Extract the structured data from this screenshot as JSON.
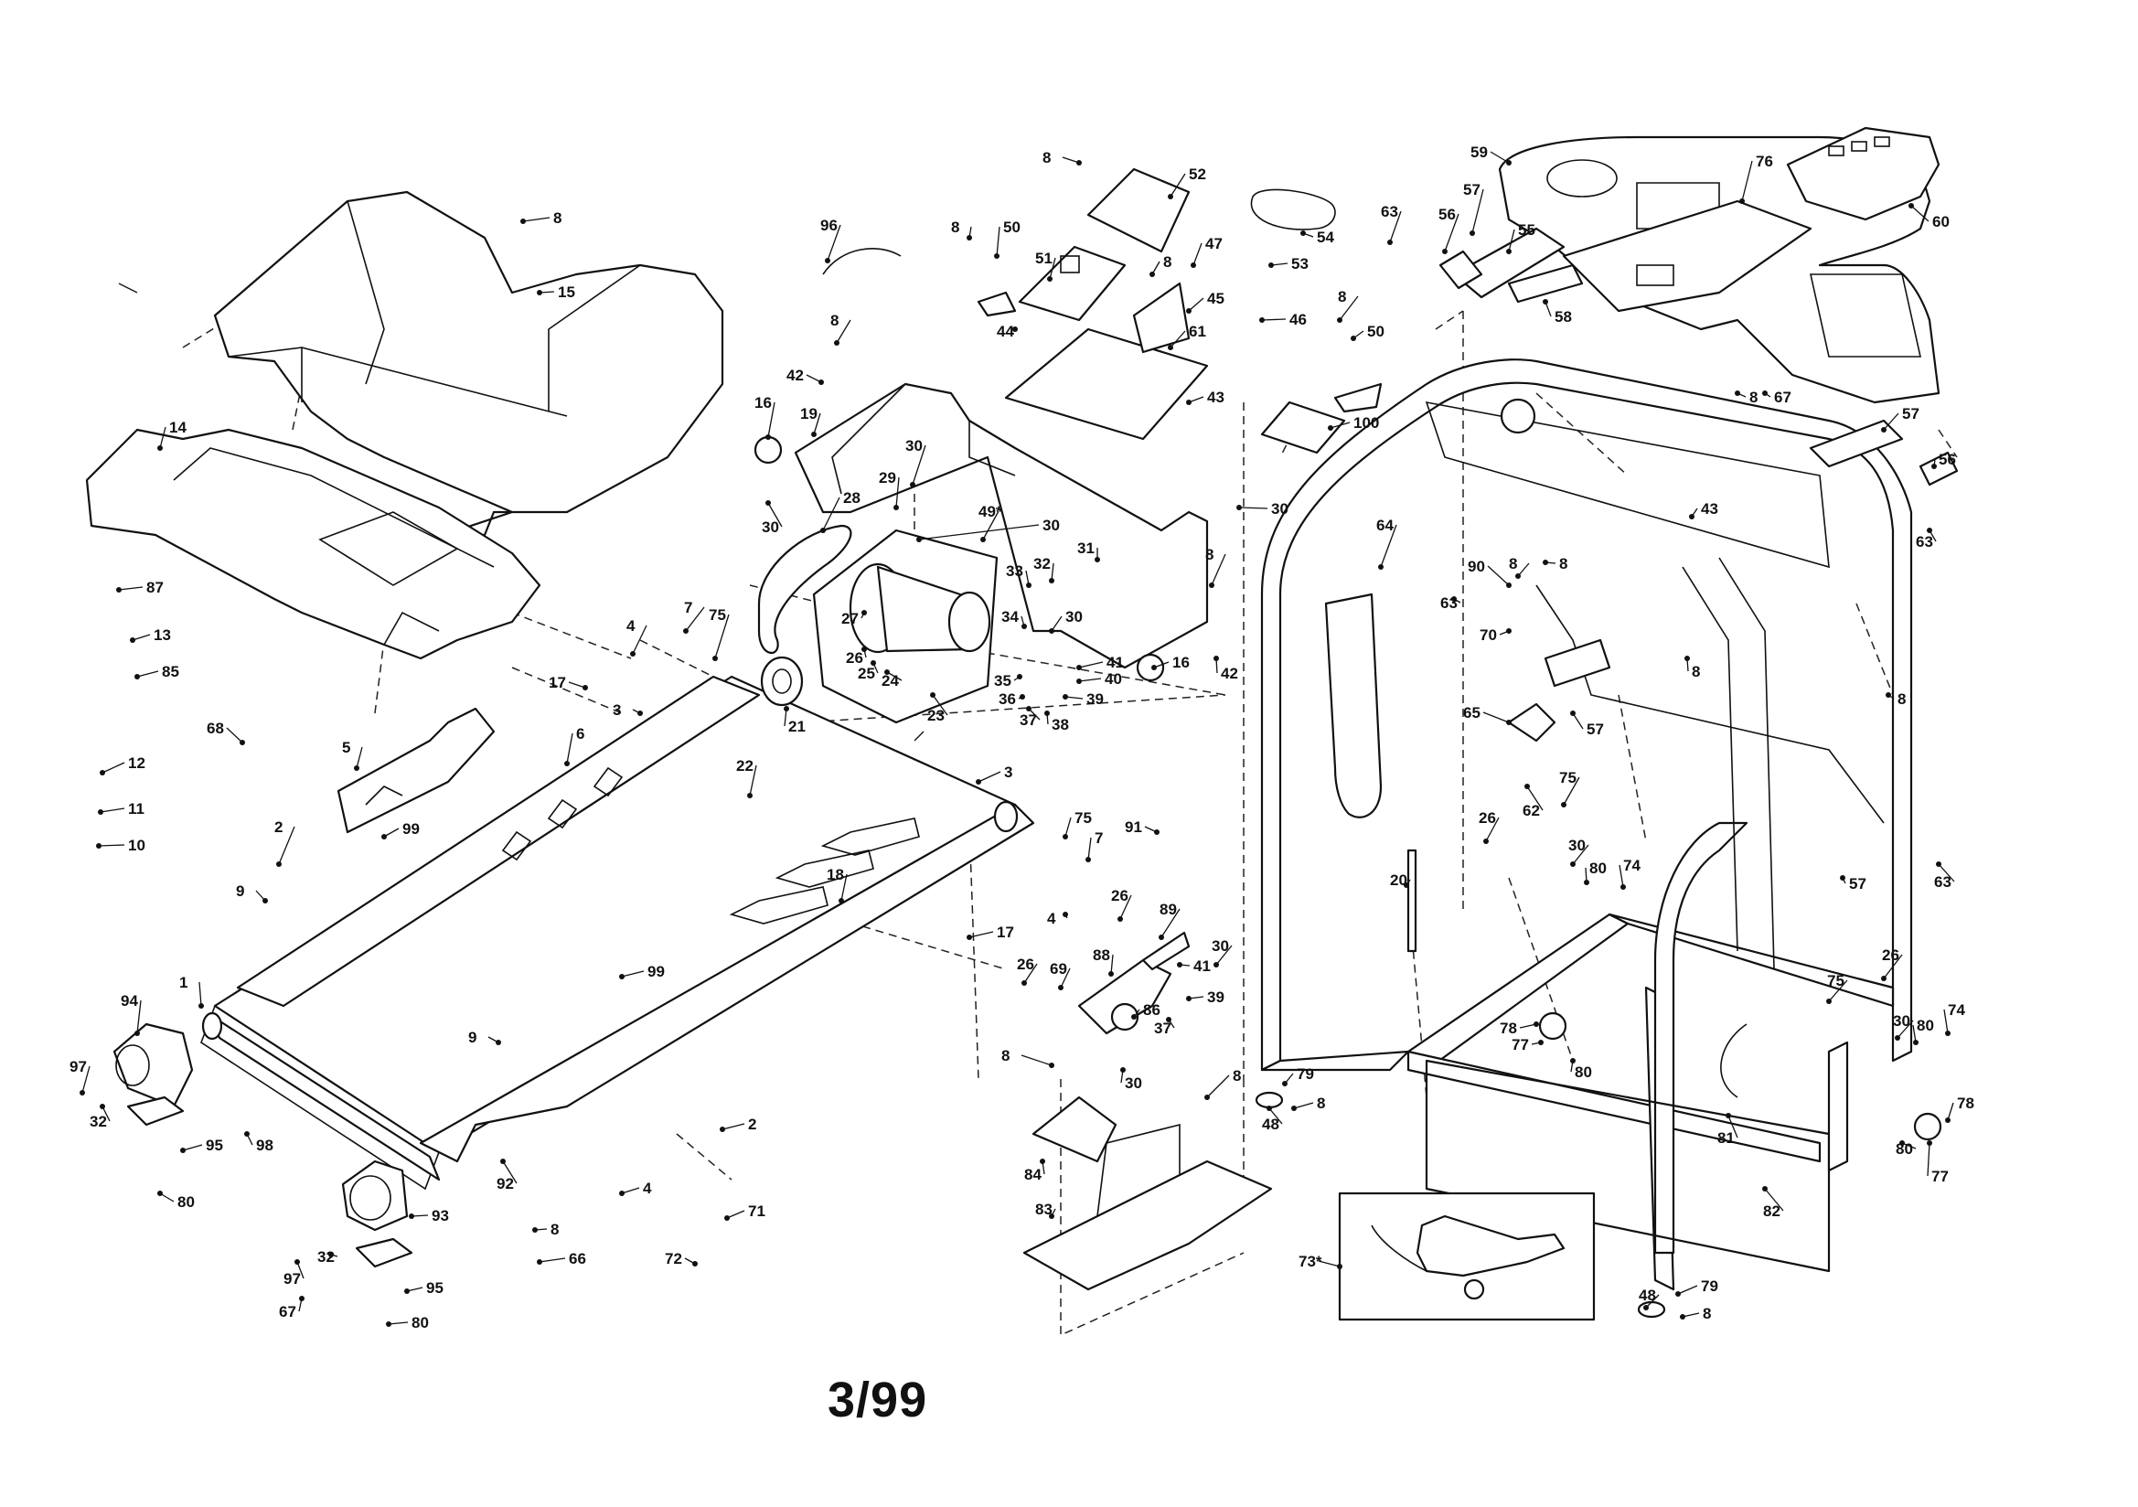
{
  "revision_label": "3/99",
  "callouts": [
    {
      "id": "8",
      "label": "8"
    },
    {
      "id": "15",
      "label": "15"
    },
    {
      "id": "14",
      "label": "14"
    },
    {
      "id": "87",
      "label": "87"
    },
    {
      "id": "13",
      "label": "13"
    },
    {
      "id": "85",
      "label": "85"
    },
    {
      "id": "12",
      "label": "12"
    },
    {
      "id": "11",
      "label": "11"
    },
    {
      "id": "10",
      "label": "10"
    },
    {
      "id": "68",
      "label": "68"
    },
    {
      "id": "5",
      "label": "5"
    },
    {
      "id": "6",
      "label": "6"
    },
    {
      "id": "3",
      "label": "3"
    },
    {
      "id": "17",
      "label": "17"
    },
    {
      "id": "4",
      "label": "4"
    },
    {
      "id": "7",
      "label": "7"
    },
    {
      "id": "75",
      "label": "75"
    },
    {
      "id": "2",
      "label": "2"
    },
    {
      "id": "99",
      "label": "99"
    },
    {
      "id": "9",
      "label": "9"
    },
    {
      "id": "1",
      "label": "1"
    },
    {
      "id": "94",
      "label": "94"
    },
    {
      "id": "97",
      "label": "97"
    },
    {
      "id": "32",
      "label": "32"
    },
    {
      "id": "95",
      "label": "95"
    },
    {
      "id": "98",
      "label": "98"
    },
    {
      "id": "80",
      "label": "80"
    },
    {
      "id": "93",
      "label": "93"
    },
    {
      "id": "67",
      "label": "67"
    },
    {
      "id": "66",
      "label": "66"
    },
    {
      "id": "92",
      "label": "92"
    },
    {
      "id": "71",
      "label": "71"
    },
    {
      "id": "72",
      "label": "72"
    },
    {
      "id": "22",
      "label": "22"
    },
    {
      "id": "18",
      "label": "18"
    },
    {
      "id": "21",
      "label": "21"
    },
    {
      "id": "16",
      "label": "16"
    },
    {
      "id": "19",
      "label": "19"
    },
    {
      "id": "30",
      "label": "30"
    },
    {
      "id": "28",
      "label": "28"
    },
    {
      "id": "29",
      "label": "29"
    },
    {
      "id": "49*",
      "label": "49*"
    },
    {
      "id": "27",
      "label": "27"
    },
    {
      "id": "26",
      "label": "26"
    },
    {
      "id": "25",
      "label": "25"
    },
    {
      "id": "24",
      "label": "24"
    },
    {
      "id": "23",
      "label": "23"
    },
    {
      "id": "42",
      "label": "42"
    },
    {
      "id": "96",
      "label": "96"
    },
    {
      "id": "50",
      "label": "50"
    },
    {
      "id": "51",
      "label": "51"
    },
    {
      "id": "44",
      "label": "44"
    },
    {
      "id": "52",
      "label": "52"
    },
    {
      "id": "47",
      "label": "47"
    },
    {
      "id": "45",
      "label": "45"
    },
    {
      "id": "61",
      "label": "61"
    },
    {
      "id": "43",
      "label": "43"
    },
    {
      "id": "54",
      "label": "54"
    },
    {
      "id": "53",
      "label": "53"
    },
    {
      "id": "46",
      "label": "46"
    },
    {
      "id": "100",
      "label": "100"
    },
    {
      "id": "33",
      "label": "33"
    },
    {
      "id": "32b",
      "label": "32"
    },
    {
      "id": "31",
      "label": "31"
    },
    {
      "id": "34",
      "label": "34"
    },
    {
      "id": "35",
      "label": "35"
    },
    {
      "id": "36",
      "label": "36"
    },
    {
      "id": "37",
      "label": "37"
    },
    {
      "id": "38",
      "label": "38"
    },
    {
      "id": "39",
      "label": "39"
    },
    {
      "id": "40",
      "label": "40"
    },
    {
      "id": "41",
      "label": "41"
    },
    {
      "id": "91",
      "label": "91"
    },
    {
      "id": "89",
      "label": "89"
    },
    {
      "id": "88",
      "label": "88"
    },
    {
      "id": "69",
      "label": "69"
    },
    {
      "id": "86",
      "label": "86"
    },
    {
      "id": "84",
      "label": "84"
    },
    {
      "id": "83",
      "label": "83"
    },
    {
      "id": "48",
      "label": "48"
    },
    {
      "id": "79",
      "label": "79"
    },
    {
      "id": "73*",
      "label": "73*"
    },
    {
      "id": "63",
      "label": "63"
    },
    {
      "id": "56",
      "label": "56"
    },
    {
      "id": "57",
      "label": "57"
    },
    {
      "id": "55",
      "label": "55"
    },
    {
      "id": "58",
      "label": "58"
    },
    {
      "id": "59",
      "label": "59"
    },
    {
      "id": "76",
      "label": "76"
    },
    {
      "id": "60",
      "label": "60"
    },
    {
      "id": "64",
      "label": "64"
    },
    {
      "id": "90",
      "label": "90"
    },
    {
      "id": "70",
      "label": "70"
    },
    {
      "id": "65",
      "label": "65"
    },
    {
      "id": "62",
      "label": "62"
    },
    {
      "id": "20",
      "label": "20"
    },
    {
      "id": "74",
      "label": "74"
    },
    {
      "id": "78",
      "label": "78"
    },
    {
      "id": "77",
      "label": "77"
    },
    {
      "id": "81",
      "label": "81"
    },
    {
      "id": "82",
      "label": "82"
    }
  ]
}
